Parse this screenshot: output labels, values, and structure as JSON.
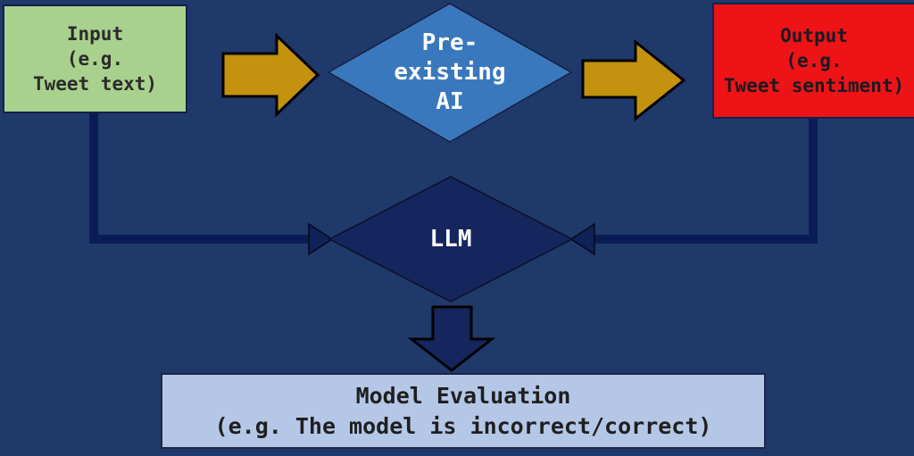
{
  "diagram": {
    "title": "Pre-existing AI vs LLM evaluation flow",
    "background_color": "#20396B",
    "connector_color": "#0A1C55",
    "nodes": {
      "input": {
        "label": "Input\n(e.g.\nTweet text)",
        "fill": "#A9D18E",
        "shape": "rectangle"
      },
      "preexisting_ai": {
        "label": "Pre-\nexisting\nAI",
        "fill": "#3A78BD",
        "shape": "diamond"
      },
      "output": {
        "label": "Output\n(e.g.\nTweet sentiment)",
        "fill": "#EE1316",
        "shape": "rectangle"
      },
      "llm": {
        "label": "LLM",
        "fill": "#15265E",
        "shape": "diamond"
      },
      "evaluation": {
        "label": "Model Evaluation\n(e.g. The model is incorrect/correct)",
        "fill": "#B4C7E7",
        "shape": "rectangle"
      }
    },
    "arrows": {
      "gold_fill": "#C3920E",
      "down_fill": "#15265E",
      "connector_fill": "#0F2158"
    }
  }
}
